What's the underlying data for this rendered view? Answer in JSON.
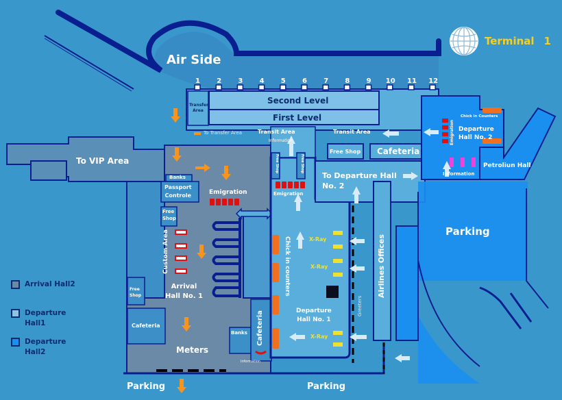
{
  "header": {
    "title": "Terminal",
    "terminal_number": "1",
    "icon": "globe-icon"
  },
  "colors": {
    "background": "#3a97cc",
    "wall": "#0a1f8f",
    "arrival_hall2": "#6b8aa8",
    "departure_hall1": "#8cc4e6",
    "departure_hall2": "#1a8ff0",
    "direction_arrow": "#f7941d",
    "walk_arrow": "#d8ecf8",
    "emigration_desk": "#dd1111",
    "checkin_counter": "#f07020",
    "xray": "#f0e030",
    "info_desk": "#ee44dd"
  },
  "areas": {
    "air_side": "Air Side",
    "second_level": "Second Level",
    "first_level": "First Level",
    "transfer_area": "Transfer Area",
    "to_transfer_area": "To Transfer Area",
    "transit_area_1": "Transit Area",
    "transit_area_2": "Transit Area",
    "information_top": "Information",
    "free_shop_top": "Free Shop",
    "free_shop_v1": "Free Shop",
    "free_shop_v2": "Free Shop",
    "cafeteria_top": "Cafeteria",
    "to_vip_area": "To VIP Area",
    "banks_top": "Banks",
    "passport_control": "Passport\nControle",
    "emigration_left": "Emigration",
    "emigration_center": "Emigration",
    "to_departure_hall2": "To Departure Hall\nNo. 2",
    "free_shop_left": "Free\nShop",
    "custom_area": "Custom Area",
    "arrival_hall1": "Arrival\nHall No. 1",
    "free_shop_bottom": "Free\nShop",
    "cafeteria_bottom_left": "Cafeteria",
    "meters": "Meters",
    "banks_bottom": "Banks",
    "cafeteria_vertical": "Cafeteria",
    "information_bottom": "Information",
    "check_in_counters_vertical": "Chick in counters",
    "xray_1": "X-Ray",
    "xray_2": "X-Ray",
    "xray_3": "X-Ray",
    "departure_hall1": "Departure\nHall No. 1",
    "greeters": "Greeters",
    "airlines_offices": "Airlines Offices",
    "parking_right": "Parking",
    "parking_bottom_left": "Parking",
    "parking_bottom_center": "Parking",
    "check_in_counters_top": "Chick in Counters",
    "emigration_right": "Emigration",
    "departure_hall2": "Departure\nHall No. 2",
    "information_right": "Information",
    "petroliun_hall": "Petroliun Hall"
  },
  "gates": [
    "1",
    "2",
    "3",
    "4",
    "5",
    "6",
    "7",
    "8",
    "9",
    "10",
    "11",
    "12"
  ],
  "legend": [
    {
      "label": "Arrival Hall2",
      "color": "#6b8aa8"
    },
    {
      "label": "Departure\nHall1",
      "color": "#8cc4e6"
    },
    {
      "label": "Departure\nHall2",
      "color": "#1a8ff0"
    }
  ]
}
